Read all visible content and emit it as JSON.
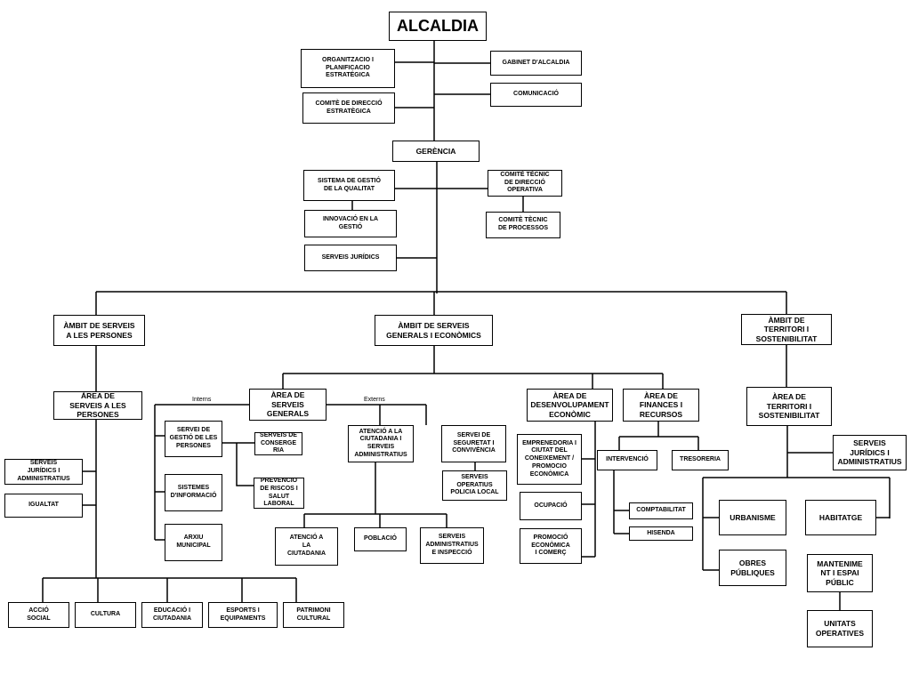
{
  "boxes": {
    "alcaldia": "ALCALDIA",
    "org_plan": "ORGANITZACIO I\nPLANIFICACIO\nESTRATÉGICA",
    "gabinet": "GABINET D'ALCALDIA",
    "comunicacio": "COMUNICACIÓ",
    "comite_direccio": "COMITÈ DE DIRECCIÓ\nESTRATÈGICA",
    "gerencia": "GERÈNCIA",
    "sistema_qualitat": "SISTEMA DE GESTIÓ\nDE LA QUALITAT",
    "comite_operativa": "COMITÈ TÈCNIC\nDE DIRECCIÓ\nOPERATIVA",
    "innovacio": "INNOVACIÓ EN LA\nGESTIÓ",
    "comite_processos": "COMITÈ TÈCNIC\nDE PROCESSOS",
    "serveis_juridics_g": "SERVEIS JURÍDICS",
    "ambit_persones": "ÀMBIT DE SERVEIS\nA LES PERSONES",
    "ambit_generals": "ÀMBIT DE  SERVEIS\nGENERALS I ECONÒMICS",
    "ambit_territori": "ÀMBIT DE\nTERRITORI I\nSOSTENIBILITAT",
    "area_persones": "ÀREA DE\nSERVEIS A LES\nPERSONES",
    "sj_persones": "SERVEIS\nJURÍDICS I\nADMINISTRATIUS",
    "igualtat": "IGUALTAT",
    "accio_social": "ACCIÓ\nSOCIAL",
    "cultura": "CULTURA",
    "educacio": "EDUCACIÓ I\nCIUTADANIA",
    "esports": "ESPORTS I\nEQUIPAMENTS",
    "patrimoni": "PATRIMONI\nCULTURAL",
    "area_generals": "ÀREA DE\nSERVEIS\nGENERALS",
    "gestio_persones": "SERVEI DE\nGESTIÓ DE LES\nPERSONES",
    "consergeria": "SERVEIS DE\nCONSERGE\nRIA",
    "prevencio": "PREVENCIÓ\nDE RISCOS I\nSALUT\nLABORAL",
    "sistemes_info": "SISTEMES\nD'INFORMACIÓ",
    "arxiu": "ARXIU\nMUNICIPAL",
    "atencio_ciutadania_admin": "ATENCIÓ A LA\nCIUTADANIA I\nSERVEIS\nADMINISTRATIUS",
    "seguretat": "SERVEI DE\nSEGURETAT I\nCONVIVÈNCIA",
    "policia": "SERVEIS\nOPERATIUS\nPOLICIA LOCAL",
    "atencio_ciutadania": "ATENCIÓ A\nLA\nCIUTADANIA",
    "poblacio": "POBLACIÓ",
    "serveis_admin_insp": "SERVEIS\nADMINISTRATIUS\nE INSPECCIÓ",
    "area_desenvolupament": "ÀREA DE\nDESENVOLUPAMENT\nECONÒMIC",
    "emprenedoria": "EMPRENEDORIA I\nCIUTAT DEL\nCONEIXEMENT /\nPROMOCIO\nECONÒMICA",
    "ocupacio": "OCUPACIÓ",
    "promocio_comerc": "PROMOCIÓ\nECONÒMICA\nI COMERÇ",
    "area_finances": "ÀREA DE\nFINANCES I\nRECURSOS",
    "intervencio": "INTERVENCIÓ",
    "tresoreria": "TRESORERIA",
    "comptabilitat": "COMPTABILITAT",
    "hisenda": "HISENDA",
    "area_territori": "ÀREA DE\nTERRITORI I\nSOSTENIBILITAT",
    "sj_territori": "SERVEIS\nJURÍDICS I\nADMINISTRATIUS",
    "urbanisme": "URBANISME",
    "habitatge": "HABITATGE",
    "obres": "OBRES\nPÚBLIQUES",
    "manteniment": "MANTENIME\nNT I ESPAI\nPÚBLIC",
    "unitats": "UNITATS\nOPERATIVES"
  },
  "notes": {
    "interns": "Interns",
    "externs": "Externs"
  }
}
